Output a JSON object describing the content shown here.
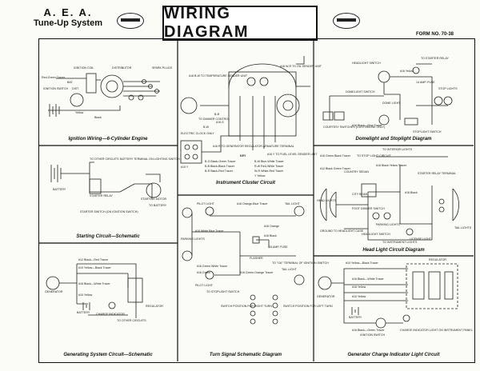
{
  "header": {
    "brand_name": "A. E. A.",
    "brand_sub": "Tune-Up System",
    "title": "WIRING DIAGRAM",
    "form_no": "FORM NO. 70-38"
  },
  "panels": {
    "ignition": {
      "title": "Ignition Wiring—6-Cylinder Engine",
      "labels": [
        "IGNITION COIL",
        "DISTRIBUTOR",
        "SPARK PLUGS",
        "Red-Green Tracer",
        "BAT.",
        "DIST.",
        "IGNITION SWITCH",
        "Yellow",
        "Black"
      ]
    },
    "starting": {
      "title": "Starting Circuit—Schematic",
      "labels": [
        "TO OTHER CIRCUITS",
        "BATTERY",
        "BATTERY TERMINAL ON LIGHTING SWITCH",
        "STARTER RELAY",
        "STARTING MOTOR",
        "TO BATTERY",
        "STARTER SWITCH (ON IGNITION SWITCH)"
      ]
    },
    "generating": {
      "title": "Generating System Circuit—Schematic",
      "labels": [
        "#12 Black—Red Tracer",
        "#10 Yellow—Black Tracer",
        "#16 Black—White Tracer",
        "#10 Yellow",
        "GENERATOR",
        "BATTERY",
        "CHARGE INDICATOR",
        "TO OTHER CIRCUITS",
        "REGULATOR"
      ]
    },
    "cluster": {
      "title": "Instrument Cluster Circuit",
      "labels": [
        "#16 B-W TO TEMPERATURE SENDER UNIT",
        "TO DIMMER CONTROL",
        "ELECTRIC CLOCK ONLY",
        "B-B",
        "#16 G",
        "#10 Y",
        "B-W",
        "#16 W-R TO OIL SENDER UNIT",
        "#16 R TO GENERATOR REGULATOR ARMATURE TERMINAL",
        "#16 Y TO FUEL LEVEL SENDER UNIT"
      ],
      "key_title": "KEY",
      "key": [
        "B-G Black-Green Tracer",
        "B-B Black-Black Tracer",
        "B-R Black-Red Tracer",
        "B-W Blue-White Tracer",
        "R-W Red-White Tracer",
        "W-R White-Red Tracer",
        "Y Yellow"
      ]
    },
    "turn": {
      "title": "Turn Signal Schematic Diagram",
      "labels": [
        "PILOT LIGHT",
        "#16 Orange-Blue Tracer",
        "TAIL LIGHT",
        "PARKING LIGHTS",
        "#16 White Blue Tracer",
        "#16 Orange",
        "#16 Black",
        "15 AMP. FUSE",
        "FLASHER",
        "TO \"GA\" TERMINAL OF IGNITION SWITCH",
        "#16 Green White Tracer",
        "#16 Green",
        "PILOT LIGHT",
        "TO STOPLIGHT SWITCH",
        "#16 Green-Orange Tracer",
        "TAIL LIGHT",
        "SWITCH POSITION FOR RIGHT TURN",
        "SWITCH POSITION FOR LEFT TURN"
      ]
    },
    "domelight": {
      "title": "Domelight and Stoplight Diagram",
      "labels": [
        "HEADLIGHT SWITCH",
        "TO STARTER RELAY",
        "#16 Yellow",
        "14 AMP. FUSE",
        "DOMELIGHT SWITCH",
        "DOME LIGHT",
        "STOP LIGHTS",
        "COURTESY SWITCHES (CUSTOMLINE ONLY)",
        "#16 Black—Blue Tracer",
        "STOPLIGHT SWITCH"
      ]
    },
    "headlight": {
      "title": "Head Light Circuit Diagram",
      "labels": [
        "TO INTERIOR LIGHTS",
        "#16 Green Black Tracer",
        "TO STOP LIGHT CIRCUIT",
        "#12 Black Green Tracer",
        "COUNTRY SEDAN",
        "#16 Black Yellow Tracer",
        "STARTER RELAY TERMINAL",
        "HEAD LIGHTS",
        "CITY BEAM",
        "FOOT DIMMER SWITCH",
        "#16 Black",
        "PARKING LIGHTS",
        "TAIL LIGHTS",
        "GROUND TO HEADLIGHT CASE",
        "HEADLIGHT SWITCH",
        "LICENSE LIGHT",
        "TO INSTRUMENT LIGHTS"
      ]
    },
    "charge": {
      "title": "Generator Charge Indicator Light Circuit",
      "labels": [
        "#10 Yellow—Black Tracer",
        "REGULATOR",
        "GENERATOR",
        "#16 Black—White Tracer",
        "#16 Yellow",
        "#10 Yellow",
        "BATTERY",
        "#16 Black—Green Tracer",
        "IGNITION SWITCH",
        "CHARGE INDICATOR LIGHT ON INSTRUMENT PANEL"
      ]
    }
  }
}
